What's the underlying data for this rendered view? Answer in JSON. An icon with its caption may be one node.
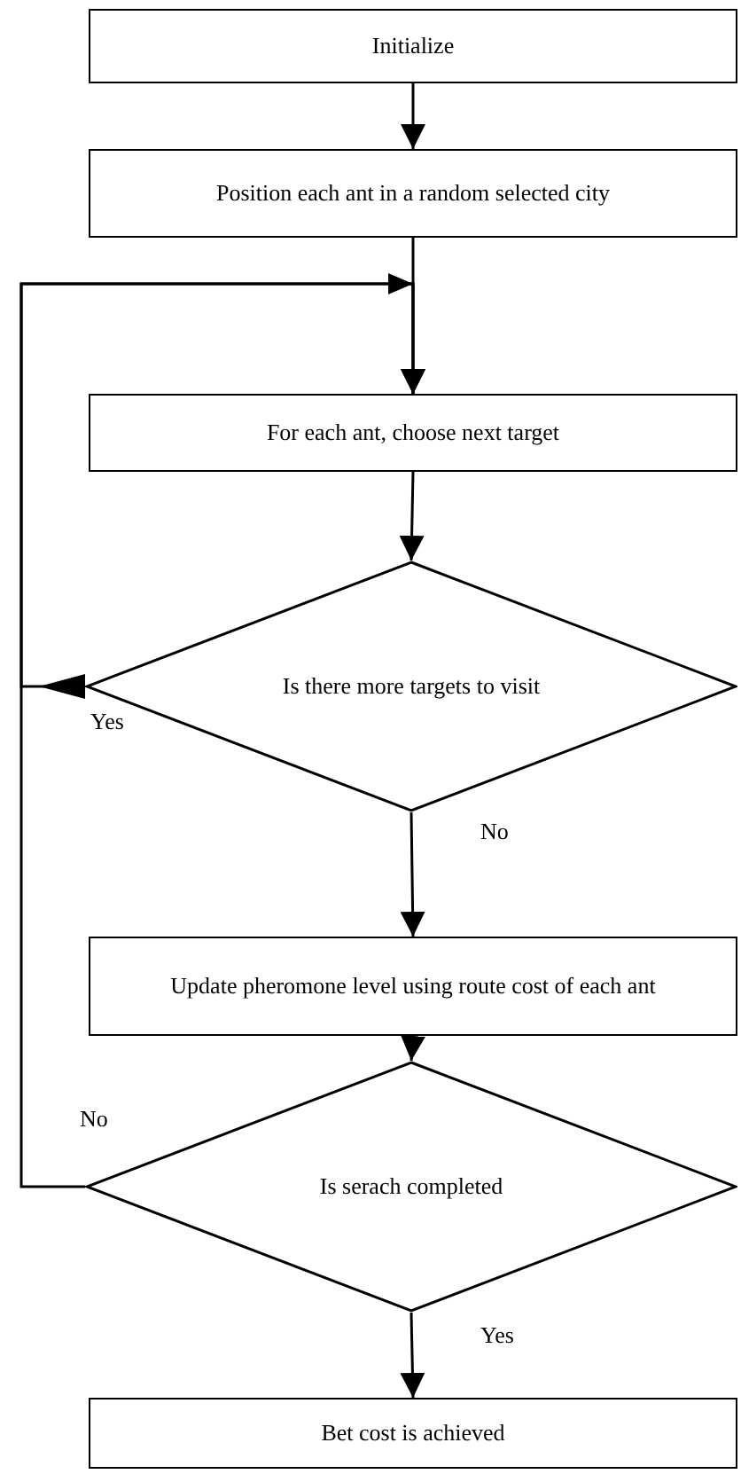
{
  "diagram": {
    "nodes": [
      {
        "text": [
          "Initialize"
        ]
      },
      {
        "text": [
          "Position each ant in a random selected city"
        ]
      },
      {
        "text": [
          "For each ant, choose next target"
        ]
      },
      {
        "text": [
          "Is there more targets to visit"
        ]
      },
      {
        "text": [
          "Update pheromone level using route cost of each ant"
        ]
      },
      {
        "text": [
          "Is serach completed"
        ]
      },
      {
        "text": [
          "Bet cost is achieved"
        ]
      }
    ],
    "edges": [
      {
        "from": 0,
        "to": 1,
        "arrow": "to"
      },
      {
        "from": 1,
        "to": 2,
        "arrow": "to"
      },
      {
        "from": 2,
        "to": 3,
        "arrow": "to"
      },
      {
        "from": 3,
        "to": 2,
        "arrow": "to",
        "label": "Yes"
      },
      {
        "from": 3,
        "to": 4,
        "arrow": "to",
        "label": "No"
      },
      {
        "from": 4,
        "to": 5,
        "arrow": "to"
      },
      {
        "from": 5,
        "to": 2,
        "arrow": "to",
        "label": "No"
      },
      {
        "from": 5,
        "to": 6,
        "arrow": "to",
        "label": "Yes"
      }
    ]
  }
}
